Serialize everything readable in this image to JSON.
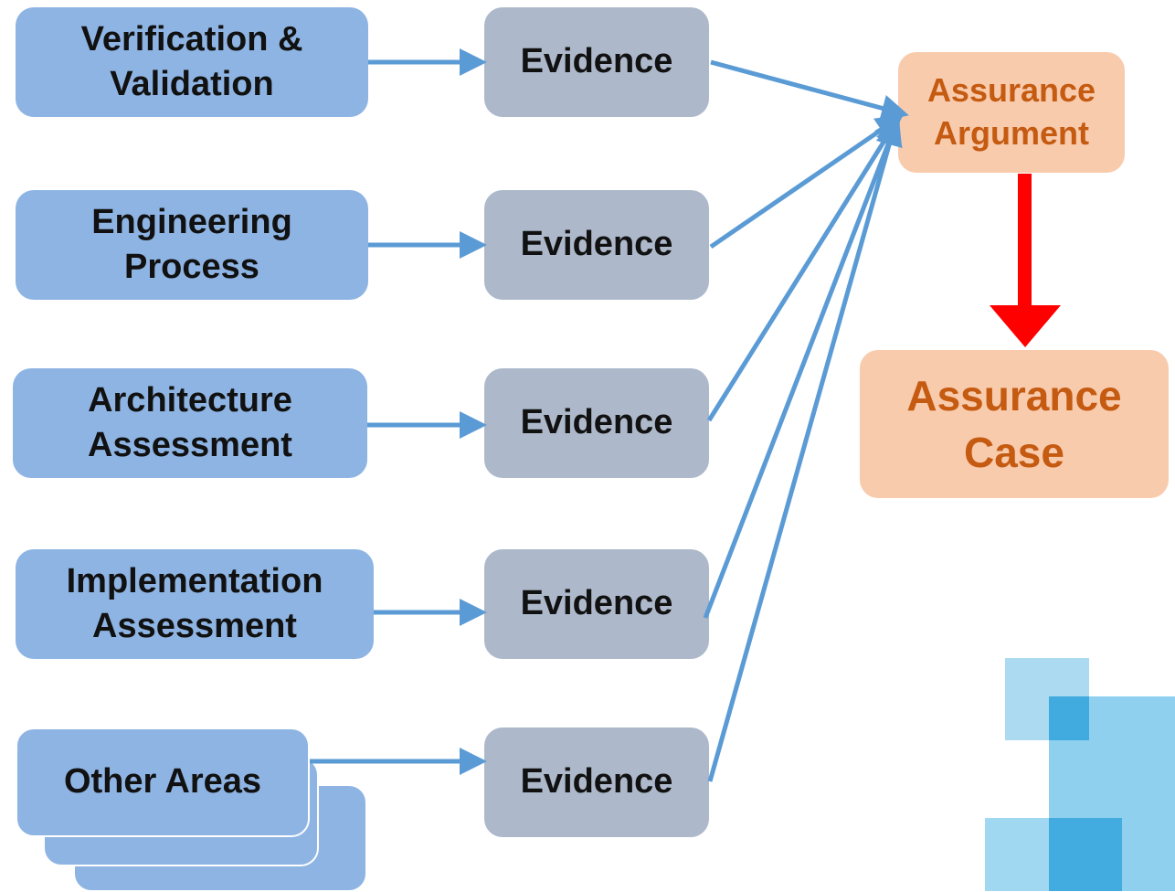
{
  "areas": [
    {
      "line1": "Verification &",
      "line2": "Validation"
    },
    {
      "line1": "Engineering",
      "line2": "Process"
    },
    {
      "line1": "Architecture",
      "line2": "Assessment"
    },
    {
      "line1": "Implementation",
      "line2": "Assessment"
    },
    {
      "line1": "Other Areas",
      "line2": ""
    }
  ],
  "evidence_label": "Evidence",
  "assurance_argument": {
    "line1": "Assurance",
    "line2": "Argument"
  },
  "assurance_case": {
    "line1": "Assurance",
    "line2": "Case"
  },
  "colors": {
    "area_fill": "#8eb4e3",
    "evidence_fill": "#adb9ca",
    "assurance_fill": "#f8cbad",
    "assurance_text": "#c55a11",
    "connector": "#5b9bd5",
    "emphasis_arrow": "#ff0000",
    "decor_light": "#9ed3ee",
    "decor_dark": "#3aa6dd"
  }
}
